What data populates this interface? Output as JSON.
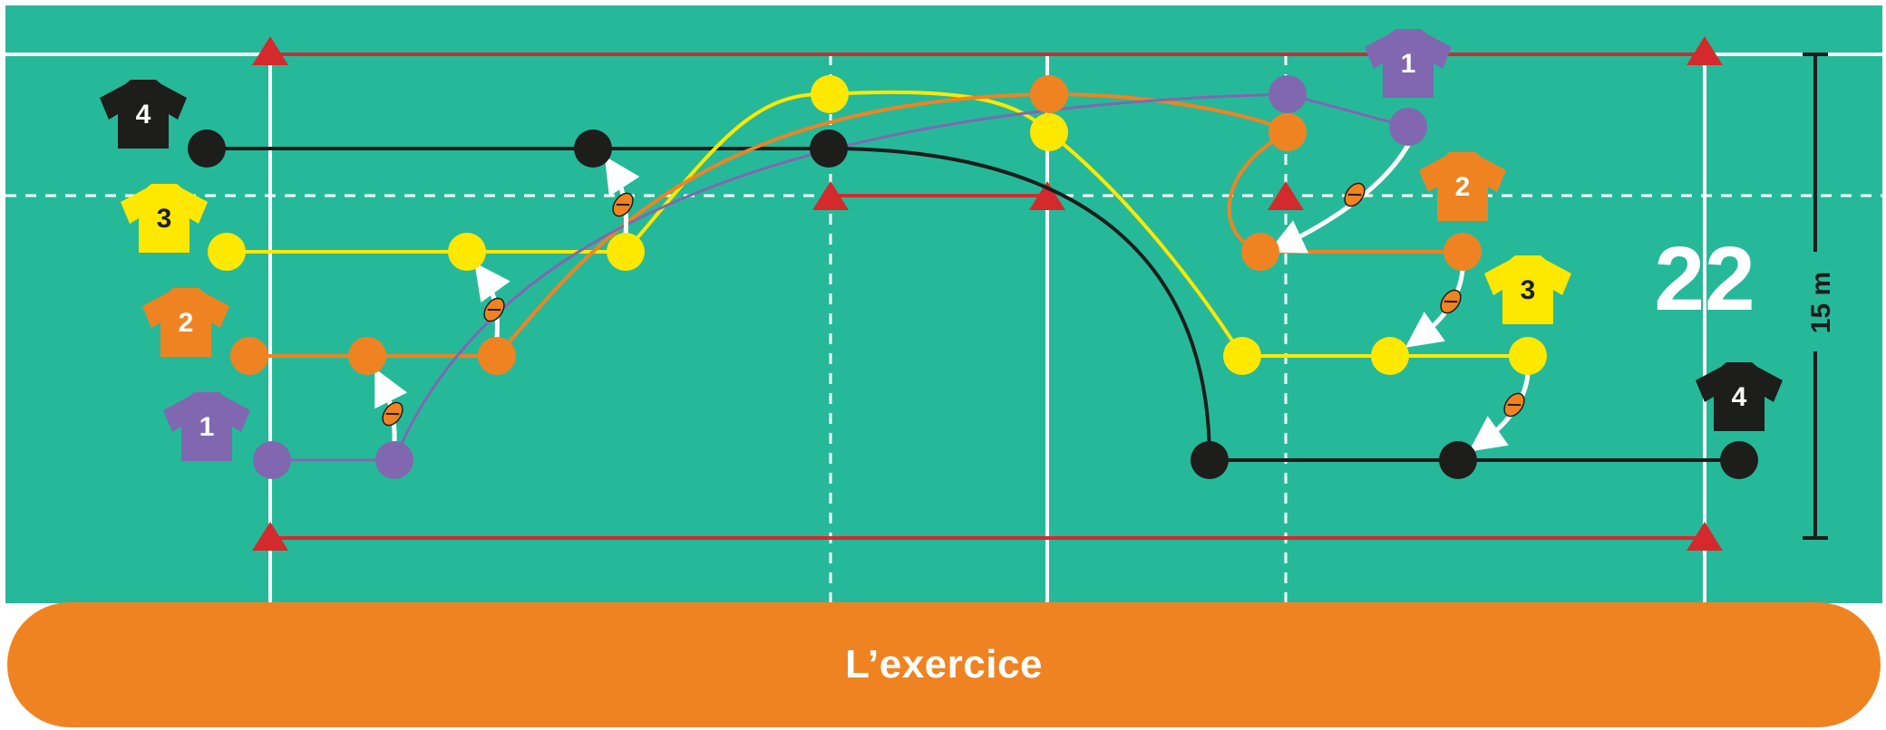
{
  "colors": {
    "pitch": "#25b99a",
    "line_white": "#ffffff",
    "cone_red": "#d42a2e",
    "banner": "#f08321",
    "black_player": "#1d1d1b",
    "yellow_player": "#ffe800",
    "orange_player": "#f08321",
    "purple_player": "#8067b0"
  },
  "pitch": {
    "line_label": "22",
    "distance_label": "15 m"
  },
  "jerseys": [
    {
      "number": "4",
      "color": "#1d1d1b",
      "text_color": "#ffffff"
    },
    {
      "number": "3",
      "color": "#ffe800",
      "text_color": "#1d1d1b"
    },
    {
      "number": "2",
      "color": "#f08321",
      "text_color": "#ffffff"
    },
    {
      "number": "1",
      "color": "#8067b0",
      "text_color": "#ffffff"
    },
    {
      "number": "1",
      "color": "#8067b0",
      "text_color": "#ffffff"
    },
    {
      "number": "2",
      "color": "#f08321",
      "text_color": "#ffffff"
    },
    {
      "number": "3",
      "color": "#ffe800",
      "text_color": "#1d1d1b"
    },
    {
      "number": "4",
      "color": "#1d1d1b",
      "text_color": "#ffffff"
    }
  ],
  "banner": {
    "label": "L’exercice"
  },
  "icons": [
    "rugby-ball-icon",
    "cone-icon",
    "jersey-icon",
    "pass-arrow-icon"
  ]
}
